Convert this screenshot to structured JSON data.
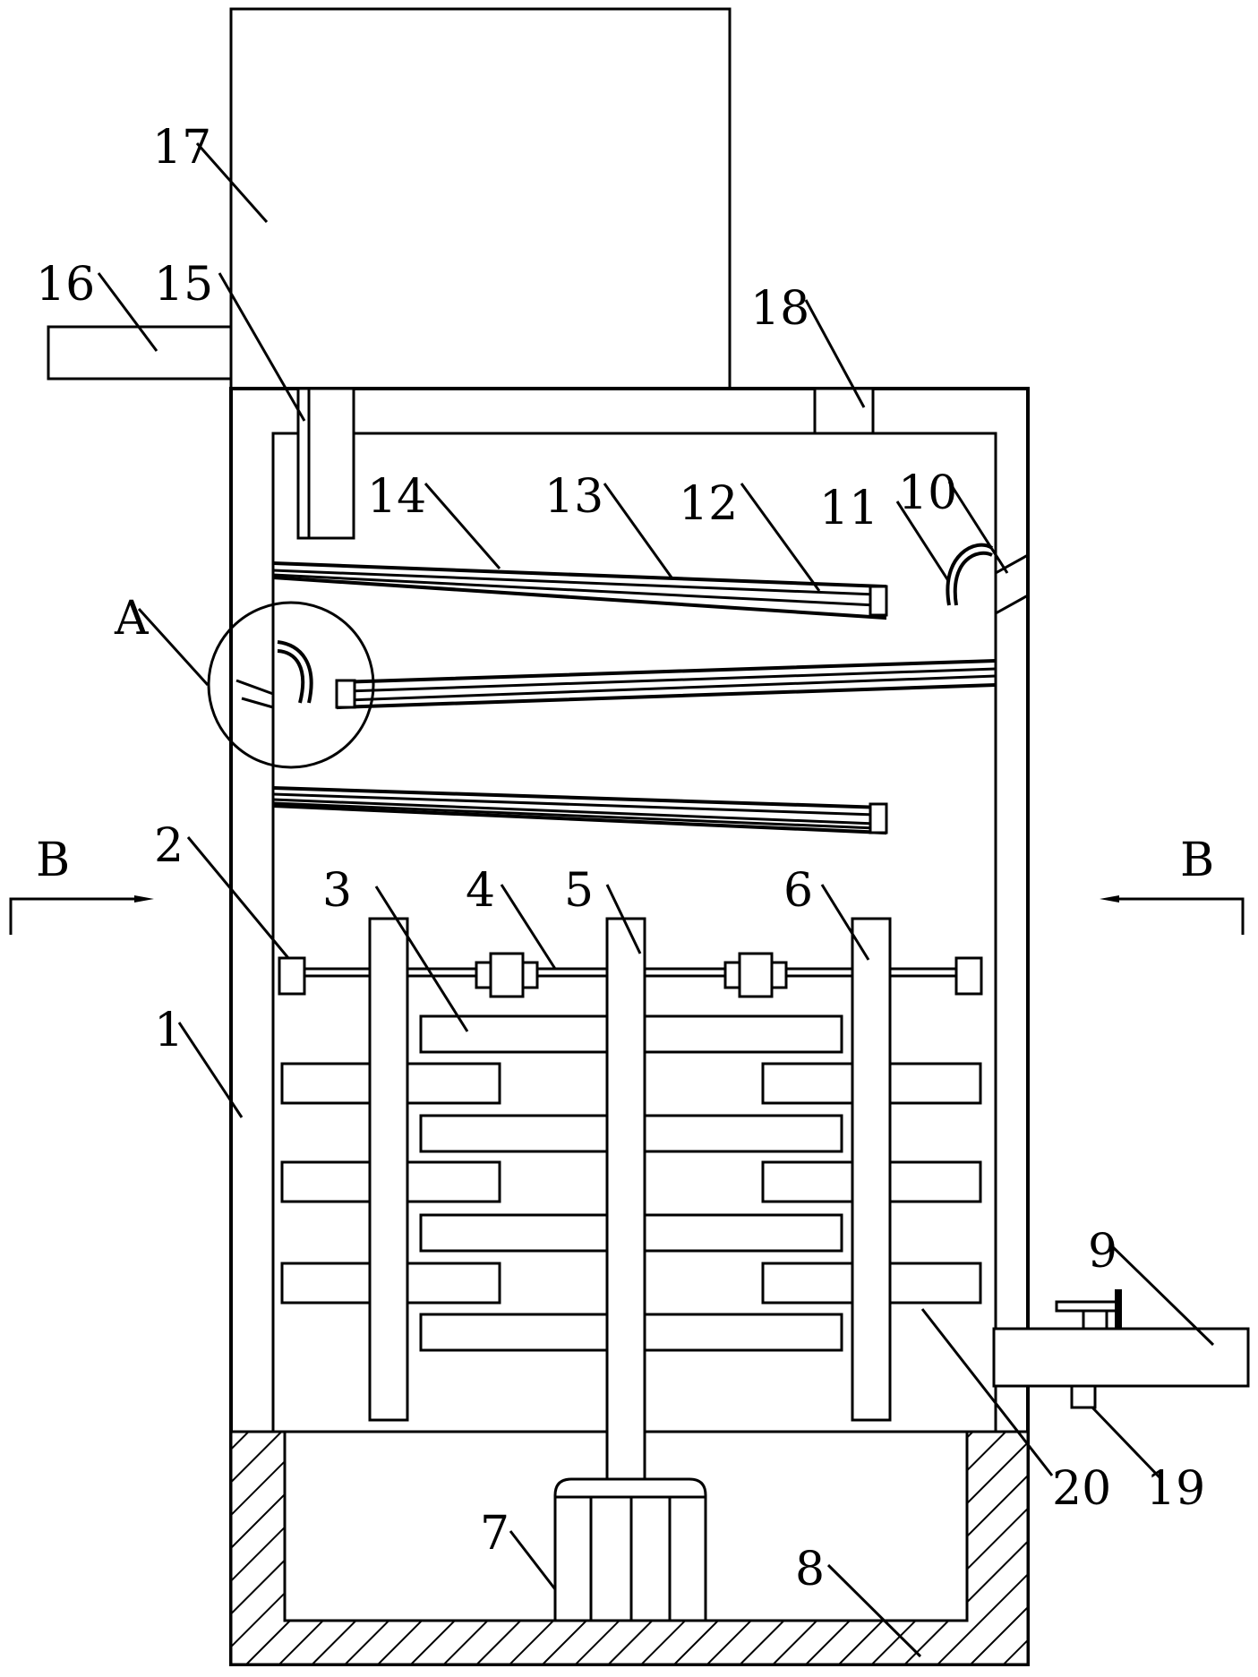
{
  "diagram": {
    "labels": {
      "l1": "1",
      "l2": "2",
      "l3": "3",
      "l4": "4",
      "l5": "5",
      "l6": "6",
      "l7": "7",
      "l8": "8",
      "l9": "9",
      "l10": "10",
      "l11": "11",
      "l12": "12",
      "l13": "13",
      "l14": "14",
      "l15": "15",
      "l16": "16",
      "l17": "17",
      "l18": "18",
      "l19": "19",
      "l20": "20",
      "detailA": "A",
      "sectionB_left": "B",
      "sectionB_right": "B"
    }
  }
}
